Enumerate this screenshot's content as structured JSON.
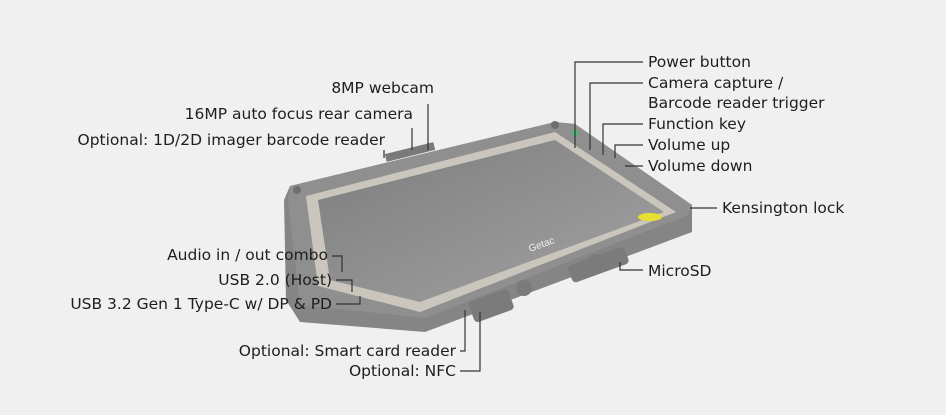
{
  "labels": {
    "power_button": "Power button",
    "camera_capture_line1": "Camera capture /",
    "camera_capture_line2": "Barcode reader trigger",
    "function_key": "Function key",
    "volume_up": "Volume up",
    "volume_down": "Volume down",
    "kensington_lock": "Kensington lock",
    "microsd": "MicroSD",
    "webcam": "8MP webcam",
    "rear_camera": "16MP auto focus rear camera",
    "barcode_reader": "Optional: 1D/2D imager barcode reader",
    "audio": "Audio in / out combo",
    "usb2": "USB 2.0 (Host)",
    "usb3": "USB 3.2 Gen 1 Type-C w/ DP & PD",
    "smart_card": "Optional: Smart card reader",
    "nfc": "Optional: NFC"
  },
  "device": {
    "brand": "Getac"
  },
  "colors": {
    "background": "#f0f0f0",
    "body": "#8a8a8a",
    "screen": "#8c8c8c",
    "bezel": "#c8c4bc",
    "line": "#333333"
  }
}
